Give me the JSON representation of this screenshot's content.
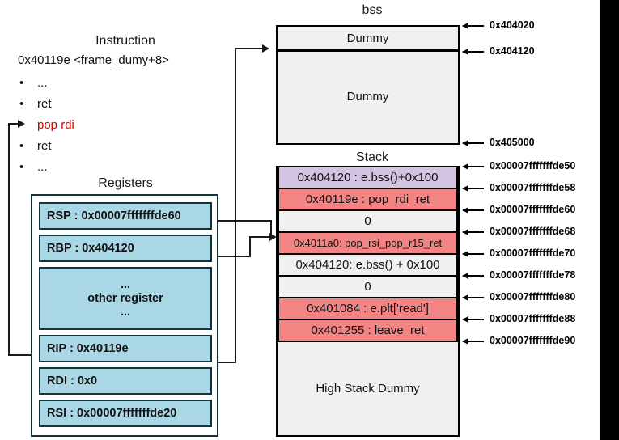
{
  "instruction": {
    "title": "Instruction",
    "address": "0x40119e <frame_dumy+8>",
    "bullet_glyph": "•",
    "lines": [
      {
        "text": "...",
        "highlight": false
      },
      {
        "text": "ret",
        "highlight": false
      },
      {
        "text": "pop rdi",
        "highlight": true
      },
      {
        "text": "ret",
        "highlight": false
      },
      {
        "text": "...",
        "highlight": false
      }
    ]
  },
  "registers": {
    "title": "Registers",
    "items": [
      {
        "name": "rsp",
        "label": "RSP : 0x00007fffffffde60"
      },
      {
        "name": "rbp",
        "label": "RBP : 0x404120"
      },
      {
        "name": "other",
        "label": [
          "...",
          "other register",
          "..."
        ]
      },
      {
        "name": "rip",
        "label": "RIP : 0x40119e"
      },
      {
        "name": "rdi",
        "label": "RDI : 0x0"
      },
      {
        "name": "rsi",
        "label": "RSI : 0x00007fffffffde20"
      }
    ]
  },
  "bss": {
    "title": "bss",
    "cells": [
      {
        "name": "bss-dummy-top",
        "label": "Dummy"
      },
      {
        "name": "bss-dummy-main",
        "label": "Dummy"
      }
    ],
    "addresses": [
      {
        "name": "bss-addr-404020",
        "label": "0x404020"
      },
      {
        "name": "bss-addr-404120",
        "label": "0x404120"
      },
      {
        "name": "bss-addr-405000",
        "label": "0x405000"
      }
    ]
  },
  "stack": {
    "title": "Stack",
    "rows": [
      {
        "name": "stack-row-bss-plus-100",
        "label": "0x404120 : e.bss()+0x100",
        "color": "purple",
        "small": false
      },
      {
        "name": "stack-row-pop-rdi-ret",
        "label": "0x40119e : pop_rdi_ret",
        "color": "red",
        "small": false
      },
      {
        "name": "stack-row-zero-1",
        "label": "0",
        "color": "gray",
        "small": false
      },
      {
        "name": "stack-row-pop-rsi-r15-ret",
        "label": "0x4011a0: pop_rsi_pop_r15_ret",
        "color": "red",
        "small": true
      },
      {
        "name": "stack-row-bss-plus-100-2",
        "label": "0x404120: e.bss() + 0x100",
        "color": "gray",
        "small": false
      },
      {
        "name": "stack-row-zero-2",
        "label": "0",
        "color": "gray",
        "small": false
      },
      {
        "name": "stack-row-plt-read",
        "label": "0x401084 : e.plt['read']",
        "color": "red",
        "small": false
      },
      {
        "name": "stack-row-leave-ret",
        "label": "0x401255 : leave_ret",
        "color": "red",
        "small": false
      },
      {
        "name": "stack-row-high-dummy",
        "label": "High Stack Dummy",
        "color": "gray",
        "small": false
      }
    ],
    "addresses": [
      {
        "name": "stack-addr-de50",
        "label": "0x00007fffffffde50"
      },
      {
        "name": "stack-addr-de58",
        "label": "0x00007fffffffde58"
      },
      {
        "name": "stack-addr-de60",
        "label": "0x00007fffffffde60"
      },
      {
        "name": "stack-addr-de68",
        "label": "0x00007fffffffde68"
      },
      {
        "name": "stack-addr-de70",
        "label": "0x00007fffffffde70"
      },
      {
        "name": "stack-addr-de78",
        "label": "0x00007fffffffde78"
      },
      {
        "name": "stack-addr-de80",
        "label": "0x00007fffffffde80"
      },
      {
        "name": "stack-addr-de88",
        "label": "0x00007fffffffde88"
      },
      {
        "name": "stack-addr-de90",
        "label": "0x00007fffffffde90"
      }
    ]
  },
  "colors": {
    "register_fill": "#a9d7e5",
    "register_border": "#12343b",
    "row_purple": "#d3c2e0",
    "row_red": "#f28484",
    "row_gray": "#f0f0f0",
    "highlight_text": "#cc0000",
    "outline": "#000000"
  }
}
